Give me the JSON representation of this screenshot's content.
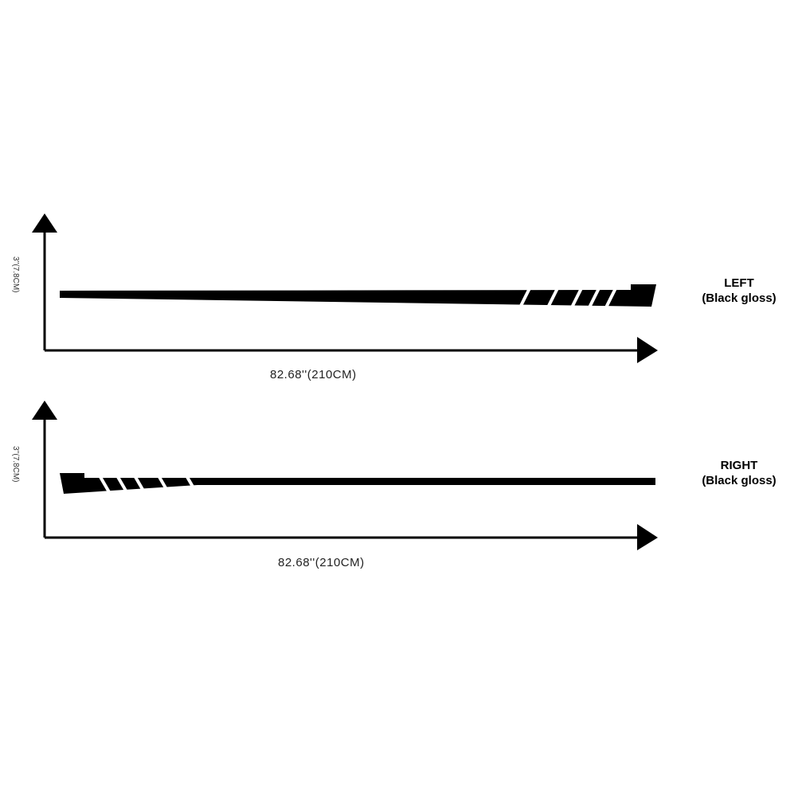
{
  "panels": [
    {
      "name": "LEFT",
      "finish": "(Black gloss)",
      "length": "82.68''(210CM)",
      "height": "3''(7.8CM)"
    },
    {
      "name": "RIGHT",
      "finish": "(Black gloss)",
      "length": "82.68''(210CM)",
      "height": "3''(7.8CM)"
    }
  ],
  "colors": {
    "stripe": "#000000",
    "background": "#ffffff"
  }
}
